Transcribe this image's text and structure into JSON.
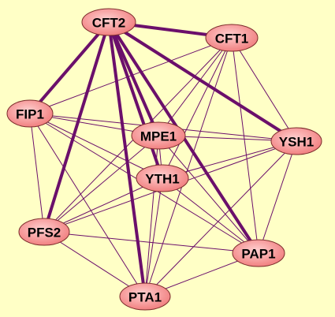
{
  "colors": {
    "background": "#ffffc6",
    "edge": "#6b0f6b",
    "node_fill_center": "#ffd0d0",
    "node_fill_edge": "#f07a7a",
    "node_stroke": "#7a2a2a"
  },
  "nodes": [
    {
      "id": "CFT2",
      "label": "CFT2"
    },
    {
      "id": "CFT1",
      "label": "CFT1"
    },
    {
      "id": "FIP1",
      "label": "FIP1"
    },
    {
      "id": "MPE1",
      "label": "MPE1"
    },
    {
      "id": "YSH1",
      "label": "YSH1"
    },
    {
      "id": "YTH1",
      "label": "YTH1"
    },
    {
      "id": "PFS2",
      "label": "PFS2"
    },
    {
      "id": "PAP1",
      "label": "PAP1"
    },
    {
      "id": "PTA1",
      "label": "PTA1"
    }
  ],
  "edges": [
    {
      "source": "CFT2",
      "target": "CFT1",
      "weight": "strong"
    },
    {
      "source": "CFT2",
      "target": "FIP1",
      "weight": "strong"
    },
    {
      "source": "CFT2",
      "target": "MPE1",
      "weight": "strong"
    },
    {
      "source": "CFT2",
      "target": "YSH1",
      "weight": "strong"
    },
    {
      "source": "CFT2",
      "target": "YTH1",
      "weight": "strong"
    },
    {
      "source": "CFT2",
      "target": "PFS2",
      "weight": "strong"
    },
    {
      "source": "CFT2",
      "target": "PAP1",
      "weight": "strong"
    },
    {
      "source": "CFT2",
      "target": "PTA1",
      "weight": "strong"
    },
    {
      "source": "CFT1",
      "target": "FIP1",
      "weight": "weak"
    },
    {
      "source": "CFT1",
      "target": "MPE1",
      "weight": "weak"
    },
    {
      "source": "CFT1",
      "target": "YSH1",
      "weight": "weak"
    },
    {
      "source": "CFT1",
      "target": "YTH1",
      "weight": "weak"
    },
    {
      "source": "CFT1",
      "target": "PFS2",
      "weight": "weak"
    },
    {
      "source": "CFT1",
      "target": "PAP1",
      "weight": "weak"
    },
    {
      "source": "CFT1",
      "target": "PTA1",
      "weight": "weak"
    },
    {
      "source": "FIP1",
      "target": "MPE1",
      "weight": "weak"
    },
    {
      "source": "FIP1",
      "target": "YSH1",
      "weight": "weak"
    },
    {
      "source": "FIP1",
      "target": "YTH1",
      "weight": "weak"
    },
    {
      "source": "FIP1",
      "target": "PFS2",
      "weight": "weak"
    },
    {
      "source": "FIP1",
      "target": "PAP1",
      "weight": "weak"
    },
    {
      "source": "FIP1",
      "target": "PTA1",
      "weight": "weak"
    },
    {
      "source": "MPE1",
      "target": "YSH1",
      "weight": "weak"
    },
    {
      "source": "MPE1",
      "target": "YTH1",
      "weight": "weak"
    },
    {
      "source": "MPE1",
      "target": "PFS2",
      "weight": "weak"
    },
    {
      "source": "MPE1",
      "target": "PAP1",
      "weight": "weak"
    },
    {
      "source": "MPE1",
      "target": "PTA1",
      "weight": "weak"
    },
    {
      "source": "YSH1",
      "target": "YTH1",
      "weight": "weak"
    },
    {
      "source": "YSH1",
      "target": "PFS2",
      "weight": "weak"
    },
    {
      "source": "YSH1",
      "target": "PAP1",
      "weight": "weak"
    },
    {
      "source": "YSH1",
      "target": "PTA1",
      "weight": "weak"
    },
    {
      "source": "YTH1",
      "target": "PFS2",
      "weight": "weak"
    },
    {
      "source": "YTH1",
      "target": "PAP1",
      "weight": "weak"
    },
    {
      "source": "YTH1",
      "target": "PTA1",
      "weight": "weak"
    },
    {
      "source": "PFS2",
      "target": "PAP1",
      "weight": "weak"
    },
    {
      "source": "PFS2",
      "target": "PTA1",
      "weight": "weak"
    },
    {
      "source": "PAP1",
      "target": "PTA1",
      "weight": "weak"
    }
  ]
}
